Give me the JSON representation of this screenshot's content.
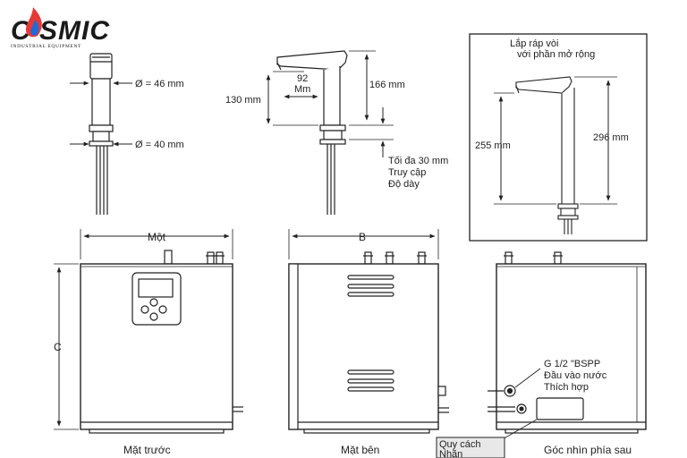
{
  "logo": {
    "brand": "C SMIC",
    "subtitle": "INDUSTRIAL EQUIPMENT",
    "colors": {
      "brand": "#1a1a1a",
      "flame": "#e53935",
      "drop": "#1e6bd6"
    }
  },
  "faucet_front": {
    "dia_top": "Ø = 46 mm",
    "dia_bottom": "Ø = 40 mm"
  },
  "faucet_side": {
    "height_130": "130 mm",
    "spout_92_a": "92",
    "spout_92_b": "Mm",
    "height_166": "166 mm",
    "max_thickness": [
      "Tối đa 30 mm",
      "Truy cập",
      "Độ dày"
    ]
  },
  "extended": {
    "title_line1": "Lắp ráp vòi",
    "title_line2": "với phần mở rộng",
    "h255": "255 mm",
    "h296": "296 mm"
  },
  "front_view": {
    "width_label": "Một",
    "height_label": "C",
    "caption": "Mặt trước"
  },
  "side_view": {
    "width_label": "B",
    "caption": "Mặt bên"
  },
  "rear_view": {
    "inlet": [
      "G 1/2 \"BSPP",
      "Đầu vào nước",
      "Thích hợp"
    ],
    "caption": "Góc nhìn phía sau",
    "tag": [
      "Quy cách",
      "Nhãn"
    ]
  }
}
